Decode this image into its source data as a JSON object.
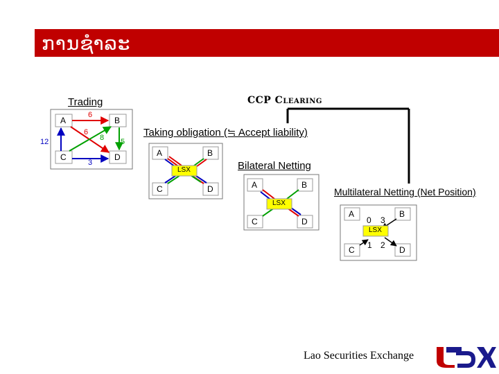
{
  "header": {
    "title": "ການຊຳລະ"
  },
  "sections": {
    "trading": "Trading",
    "ccp_clearing": "CCP Clearing",
    "taking_obligation": "Taking obligation (≒ Accept liability)",
    "bilateral_netting": "Bilateral Netting",
    "multilateral_netting": "Multilateral Netting (Net Position)"
  },
  "nodes": {
    "a": "A",
    "b": "B",
    "c": "C",
    "d": "D",
    "lsx": "LSX"
  },
  "trading_amounts": {
    "a_b": "6",
    "a_d": "6",
    "c_b": "8",
    "b_d": "5",
    "c_a": "12",
    "c_d": "3"
  },
  "net_positions": {
    "a": "0",
    "b": "3",
    "c": "1",
    "d": "2"
  },
  "footer": {
    "org": "Lao Securities Exchange",
    "logo_text": "LSX"
  },
  "colors": {
    "title_bar": "#c00000",
    "lsx_fill": "#ffff00",
    "red": "#e00000",
    "green": "#00a000",
    "blue": "#0000c0"
  }
}
